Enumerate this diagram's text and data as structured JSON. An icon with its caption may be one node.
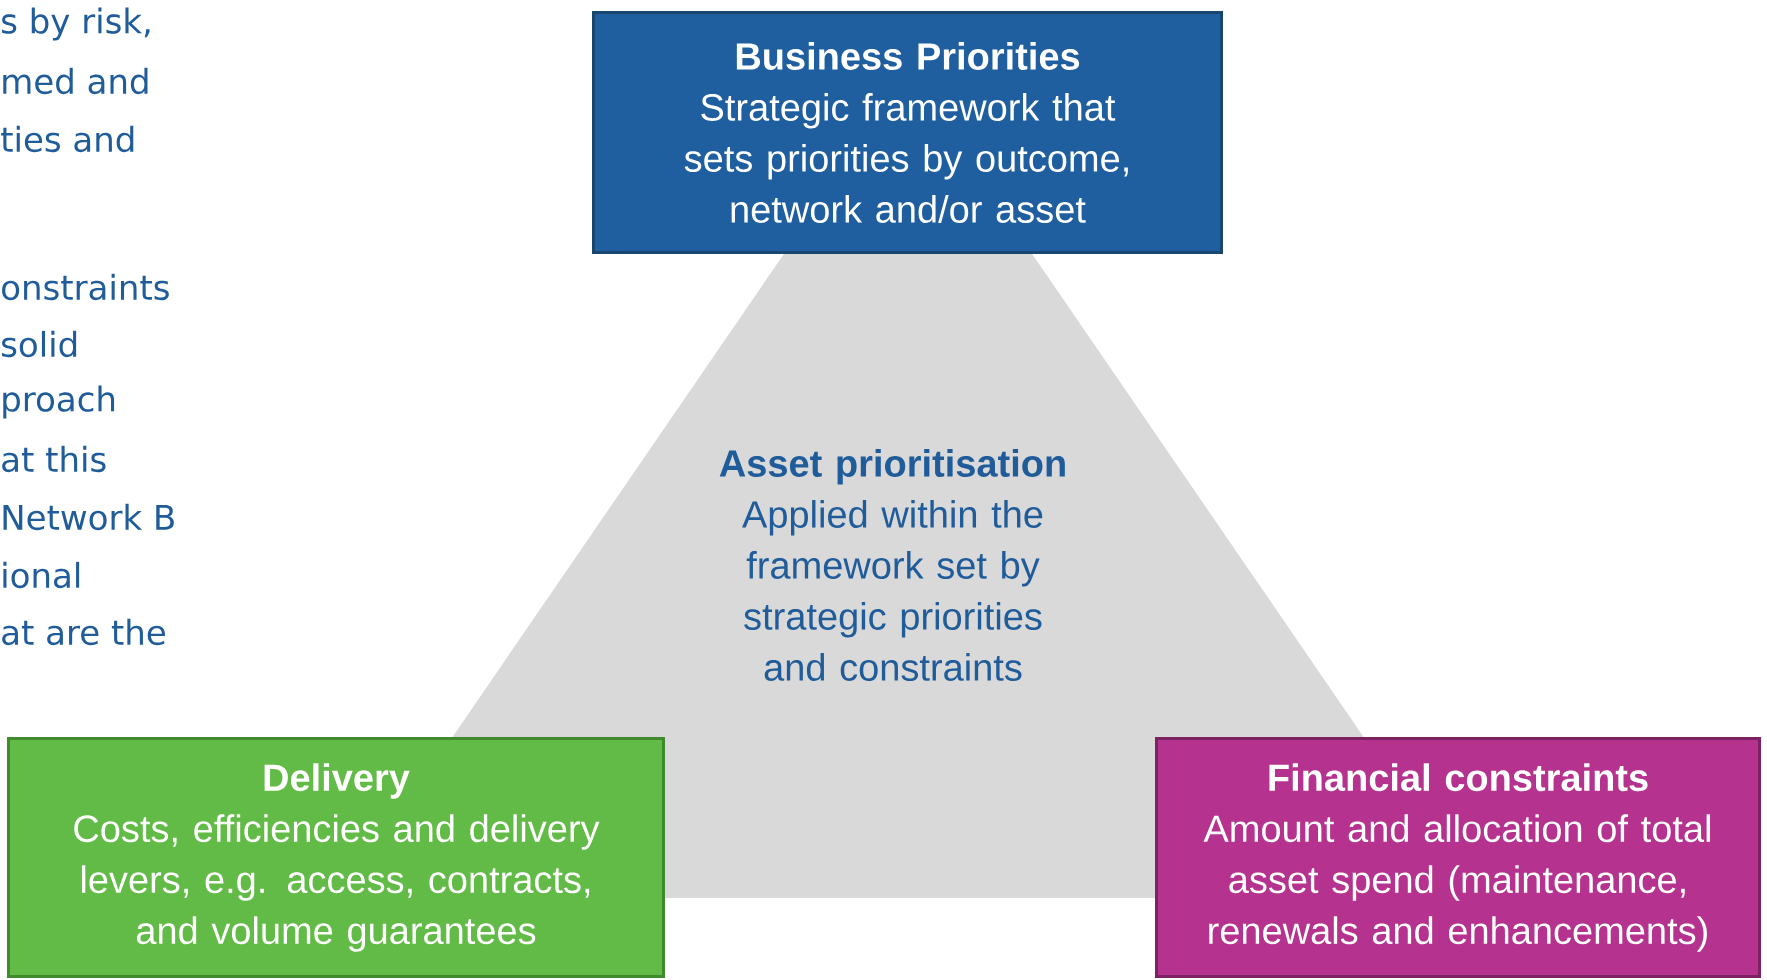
{
  "diagram": {
    "nodes": [
      {
        "text": [
          "Business Priorities",
          "Strategic framework that sets priorities by outcome, network and/or asset"
        ]
      },
      {
        "text": [
          "Asset prioritisation",
          "Applied within the framework set by strategic priorities and constraints"
        ]
      },
      {
        "text": [
          "Delivery",
          "Costs, efficiencies and delivery levers, e.g. access, contracts, and volume guarantees"
        ]
      },
      {
        "text": [
          "Financial constraints",
          "Amount and allocation of total asset spend (maintenance, renewals and enhancements)"
        ]
      }
    ],
    "labels": [
      "s by risk,",
      "med and",
      "ties and",
      "onstraints",
      "solid",
      "proach",
      "at this",
      "Network B",
      "ional",
      "at are the"
    ]
  }
}
